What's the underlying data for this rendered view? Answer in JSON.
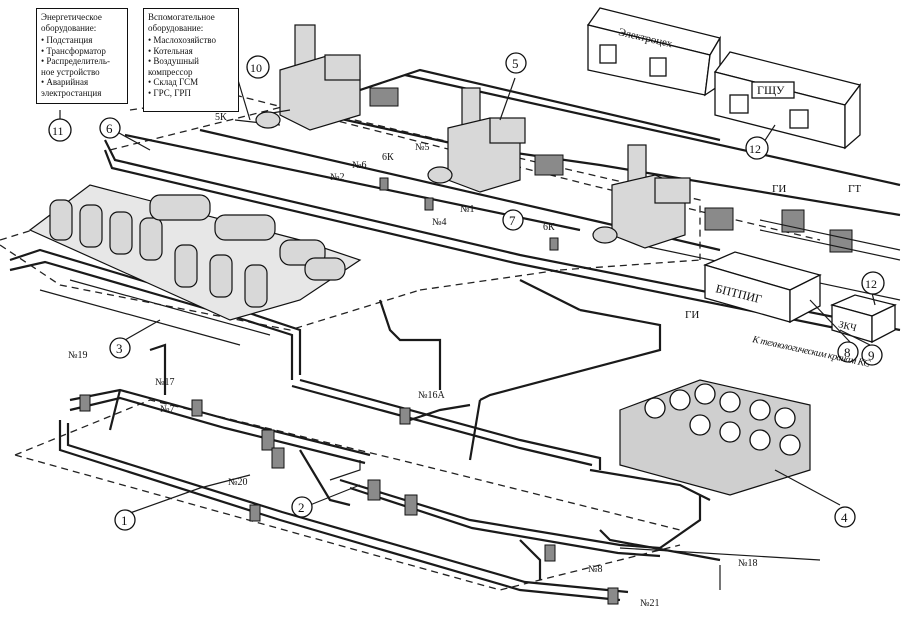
{
  "legend_energy": {
    "title": "Энергетическое оборудование:",
    "items": [
      "Подстанция",
      "Трансформатор",
      "Распределитель-ное устройство",
      "Аварийная электростанция"
    ]
  },
  "legend_aux": {
    "title": "Вспомогательное оборудование:",
    "items": [
      "Маслохозяйство",
      "Котельная",
      "Воздушный компрессор",
      "Склад ГСМ",
      "ГРС, ГРП"
    ]
  },
  "buildings": {
    "electroshop": "Электроцех",
    "control": "ГЩУ",
    "bptpig": "БПТПИГ",
    "zkh": "ЗКЧ"
  },
  "callouts": [
    "1",
    "2",
    "3",
    "4",
    "5",
    "6",
    "7",
    "8",
    "9",
    "10",
    "11",
    "12",
    "12"
  ],
  "valves": [
    "№19",
    "№17",
    "№7",
    "№20",
    "№16А",
    "№8",
    "№18",
    "№21",
    "№6",
    "№2",
    "№1",
    "№4",
    "№5",
    "6К",
    "6К",
    "5К"
  ],
  "pipe_labels": {
    "gi1": "ГИ",
    "gt": "ГТ",
    "gi2": "ГИ"
  },
  "note": "К технологическим кранам КС"
}
